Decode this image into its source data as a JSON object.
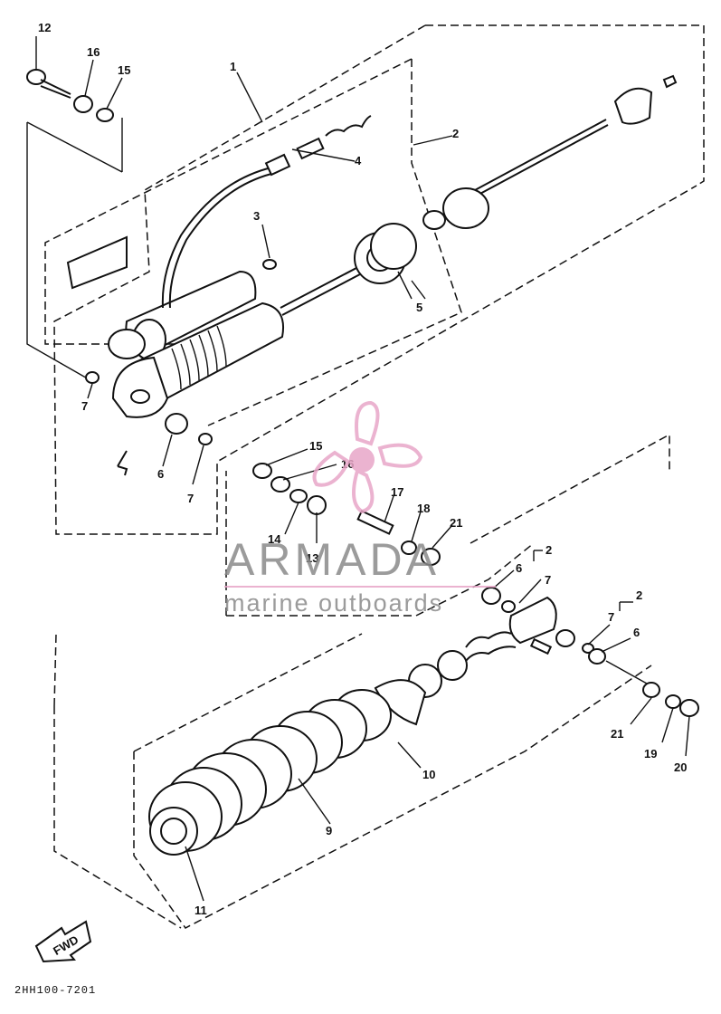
{
  "callouts": {
    "c1": "1",
    "c2": "2",
    "c2b": "2",
    "c2c": "2",
    "c3": "3",
    "c4": "4",
    "c5": "5",
    "c6": "6",
    "c6b": "6",
    "c6c": "6",
    "c7a": "7",
    "c7b": "7",
    "c7c": "7",
    "c7d": "7",
    "c9": "9",
    "c10": "10",
    "c11": "11",
    "c12": "12",
    "c13": "13",
    "c14": "14",
    "c15a": "15",
    "c15b": "15",
    "c16a": "16",
    "c16b": "16",
    "c17": "17",
    "c18": "18",
    "c19": "19",
    "c20": "20",
    "c21a": "21",
    "c21b": "21"
  },
  "fwd_label": "FWD",
  "drawing_code": "2HH100-7201",
  "watermark": {
    "title": "ARMADA",
    "subtitle": "marine outboards",
    "color": "#e8a6c8"
  }
}
